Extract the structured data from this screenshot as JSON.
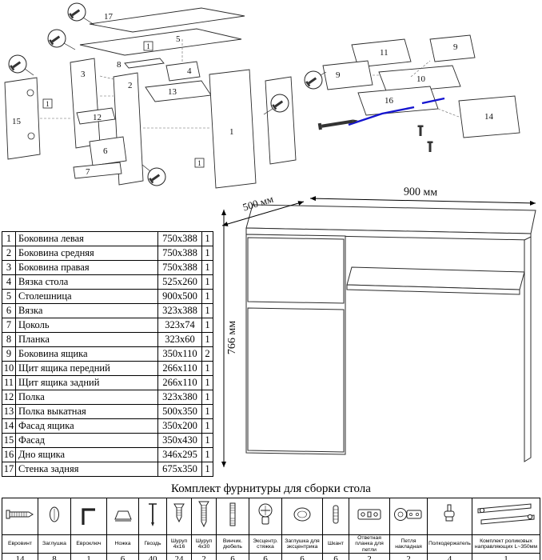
{
  "exploded_left": {
    "labels": [
      "17",
      "5",
      "8",
      "3",
      "2",
      "13",
      "12",
      "6",
      "7",
      "15",
      "1",
      "4",
      "1",
      "1",
      "1"
    ]
  },
  "exploded_right": {
    "labels": [
      "11",
      "9",
      "9",
      "10",
      "16",
      "14"
    ]
  },
  "desk": {
    "dims": {
      "width": "900 мм",
      "depth": "500 мм",
      "height": "766 мм"
    }
  },
  "parts": {
    "rows": [
      {
        "num": "1",
        "name": "Боковина левая",
        "size": "750x388",
        "qty": "1"
      },
      {
        "num": "2",
        "name": "Боковина средняя",
        "size": "750x388",
        "qty": "1"
      },
      {
        "num": "3",
        "name": "Боковина правая",
        "size": "750x388",
        "qty": "1"
      },
      {
        "num": "4",
        "name": "Вязка стола",
        "size": "525x260",
        "qty": "1"
      },
      {
        "num": "5",
        "name": "Столешница",
        "size": "900x500",
        "qty": "1"
      },
      {
        "num": "6",
        "name": "Вязка",
        "size": "323x388",
        "qty": "1"
      },
      {
        "num": "7",
        "name": "Цоколь",
        "size": "323x74",
        "qty": "1"
      },
      {
        "num": "8",
        "name": "Планка",
        "size": "323x60",
        "qty": "1"
      },
      {
        "num": "9",
        "name": "Боковина ящика",
        "size": "350x110",
        "qty": "2"
      },
      {
        "num": "10",
        "name": "Щит ящика передний",
        "size": "266x110",
        "qty": "1"
      },
      {
        "num": "11",
        "name": "Щит ящика задний",
        "size": "266x110",
        "qty": "1"
      },
      {
        "num": "12",
        "name": "Полка",
        "size": "323x380",
        "qty": "1"
      },
      {
        "num": "13",
        "name": "Полка выкатная",
        "size": "500x350",
        "qty": "1"
      },
      {
        "num": "14",
        "name": "Фасад ящика",
        "size": "350x200",
        "qty": "1"
      },
      {
        "num": "15",
        "name": "Фасад",
        "size": "350x430",
        "qty": "1"
      },
      {
        "num": "16",
        "name": "Дно ящика",
        "size": "346x295",
        "qty": "1"
      },
      {
        "num": "17",
        "name": "Стенка задняя",
        "size": "675x350",
        "qty": "1"
      }
    ]
  },
  "hardware": {
    "title": "Комплект фурнитуры для сборки стола",
    "items": [
      {
        "label": "Евровинт",
        "qty": "14",
        "icon": "euro-screw-icon"
      },
      {
        "label": "Заглушка",
        "qty": "8",
        "icon": "plug-cap-icon"
      },
      {
        "label": "Евроключ",
        "qty": "1",
        "icon": "hex-key-icon"
      },
      {
        "label": "Ножка",
        "qty": "6",
        "icon": "furniture-foot-icon"
      },
      {
        "label": "Гвоздь",
        "qty": "40",
        "icon": "nail-icon"
      },
      {
        "label": "Шуруп 4x16",
        "qty": "24",
        "icon": "screw-short-icon"
      },
      {
        "label": "Шуруп 4x30",
        "qty": "2",
        "icon": "screw-long-icon"
      },
      {
        "label": "Винчик. дюбель",
        "qty": "6",
        "icon": "dowel-screw-icon"
      },
      {
        "label": "Эксцентр. стяжка",
        "qty": "6",
        "icon": "cam-lock-icon"
      },
      {
        "label": "Заглушка для эксцентрика",
        "qty": "6",
        "icon": "cam-cover-icon"
      },
      {
        "label": "Шкант",
        "qty": "6",
        "icon": "wood-dowel-icon"
      },
      {
        "label": "Ответная планка для петли",
        "qty": "2",
        "icon": "hinge-plate-icon"
      },
      {
        "label": "Петля накладная",
        "qty": "2",
        "icon": "hinge-icon"
      },
      {
        "label": "Полкодержатель",
        "qty": "4",
        "icon": "shelf-pin-icon"
      },
      {
        "label": "Комплект роликовых направляющих L~350мм",
        "qty": "1",
        "icon": "drawer-slides-icon"
      }
    ]
  }
}
